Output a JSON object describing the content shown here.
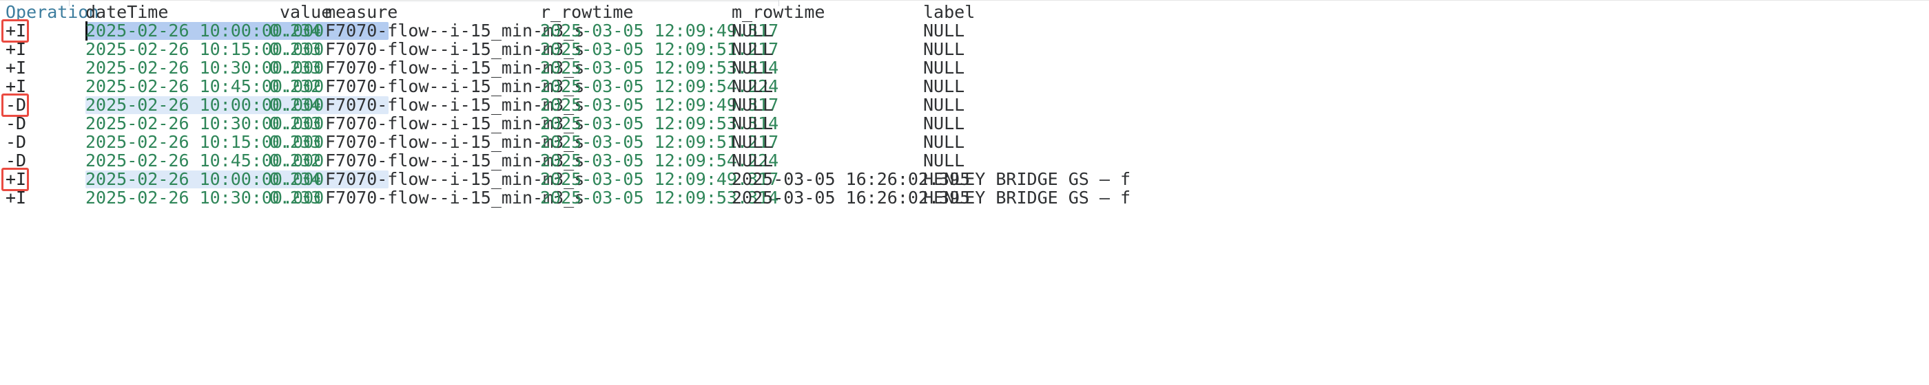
{
  "view": {
    "name": "changelog-result-table",
    "background": "#ffffff",
    "accent_header": "#3d7d9e",
    "value_green": "#2f8659",
    "text_dark": "#2f3133",
    "highlight_strong": "#b4ccf0",
    "highlight_soft": "#dde9f8",
    "annotation_red": "#ea4b41"
  },
  "columns": [
    {
      "key": "operation",
      "label": "Operation"
    },
    {
      "key": "dateTime",
      "label": "dateTime"
    },
    {
      "key": "value",
      "label": "value"
    },
    {
      "key": "measure",
      "label": "measure"
    },
    {
      "key": "r_rowtime",
      "label": "r_rowtime"
    },
    {
      "key": "m_rowtime",
      "label": "m_rowtime"
    },
    {
      "key": "label",
      "label": "label"
    }
  ],
  "rows": [
    {
      "operation": "+I",
      "dateTime": "2025-02-26 10:00:00.000",
      "value": "0.234",
      "measure": "F7070-flow--i-15_min-m3_s",
      "r_rowtime": "2025-03-05 12:09:49.317",
      "m_rowtime": "NULL",
      "label": "NULL"
    },
    {
      "operation": "+I",
      "dateTime": "2025-02-26 10:15:00.000",
      "value": "0.233",
      "measure": "F7070-flow--i-15_min-m3_s",
      "r_rowtime": "2025-03-05 12:09:51.217",
      "m_rowtime": "NULL",
      "label": "NULL"
    },
    {
      "operation": "+I",
      "dateTime": "2025-02-26 10:30:00.000",
      "value": "0.233",
      "measure": "F7070-flow--i-15_min-m3_s",
      "r_rowtime": "2025-03-05 12:09:53.314",
      "m_rowtime": "NULL",
      "label": "NULL"
    },
    {
      "operation": "+I",
      "dateTime": "2025-02-26 10:45:00.000",
      "value": "0.232",
      "measure": "F7070-flow--i-15_min-m3_s",
      "r_rowtime": "2025-03-05 12:09:54.224",
      "m_rowtime": "NULL",
      "label": "NULL"
    },
    {
      "operation": "-D",
      "dateTime": "2025-02-26 10:00:00.000",
      "value": "0.234",
      "measure": "F7070-flow--i-15_min-m3_s",
      "r_rowtime": "2025-03-05 12:09:49.317",
      "m_rowtime": "NULL",
      "label": "NULL"
    },
    {
      "operation": "-D",
      "dateTime": "2025-02-26 10:30:00.000",
      "value": "0.233",
      "measure": "F7070-flow--i-15_min-m3_s",
      "r_rowtime": "2025-03-05 12:09:53.314",
      "m_rowtime": "NULL",
      "label": "NULL"
    },
    {
      "operation": "-D",
      "dateTime": "2025-02-26 10:15:00.000",
      "value": "0.233",
      "measure": "F7070-flow--i-15_min-m3_s",
      "r_rowtime": "2025-03-05 12:09:51.217",
      "m_rowtime": "NULL",
      "label": "NULL"
    },
    {
      "operation": "-D",
      "dateTime": "2025-02-26 10:45:00.000",
      "value": "0.232",
      "measure": "F7070-flow--i-15_min-m3_s",
      "r_rowtime": "2025-03-05 12:09:54.224",
      "m_rowtime": "NULL",
      "label": "NULL"
    },
    {
      "operation": "+I",
      "dateTime": "2025-02-26 10:00:00.000",
      "value": "0.234",
      "measure": "F7070-flow--i-15_min-m3_s",
      "r_rowtime": "2025-03-05 12:09:49.317",
      "m_rowtime": "2025-03-05 16:26:02.395",
      "label": "HENLEY BRIDGE GS – f"
    },
    {
      "operation": "+I",
      "dateTime": "2025-02-26 10:30:00.000",
      "value": "0.233",
      "measure": "F7070-flow--i-15_min-m3_s",
      "r_rowtime": "2025-03-05 12:09:53.314",
      "m_rowtime": "2025-03-05 16:26:02.395",
      "label": "HENLEY BRIDGE GS – f"
    }
  ],
  "annotations": {
    "highlighted_row_indexes": [
      0,
      4,
      8
    ],
    "boxed_row_indexes": [
      0,
      4,
      8
    ],
    "caret_row_index": 0
  }
}
